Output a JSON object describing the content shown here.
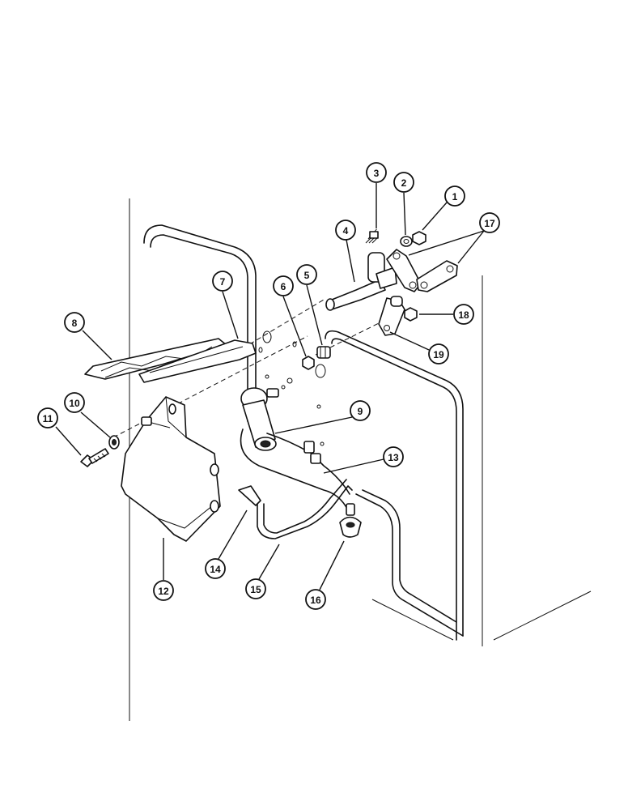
{
  "diagram": {
    "type": "exploded-parts-view",
    "callouts": [
      {
        "id": "1",
        "label": "1"
      },
      {
        "id": "2",
        "label": "2"
      },
      {
        "id": "3",
        "label": "3"
      },
      {
        "id": "4",
        "label": "4"
      },
      {
        "id": "5",
        "label": "5"
      },
      {
        "id": "6",
        "label": "6"
      },
      {
        "id": "7",
        "label": "7"
      },
      {
        "id": "8",
        "label": "8"
      },
      {
        "id": "9",
        "label": "9"
      },
      {
        "id": "10",
        "label": "10"
      },
      {
        "id": "11",
        "label": "11"
      },
      {
        "id": "12",
        "label": "12"
      },
      {
        "id": "13",
        "label": "13"
      },
      {
        "id": "14",
        "label": "14"
      },
      {
        "id": "15",
        "label": "15"
      },
      {
        "id": "16",
        "label": "16"
      },
      {
        "id": "17",
        "label": "17"
      },
      {
        "id": "18",
        "label": "18"
      },
      {
        "id": "19",
        "label": "19"
      }
    ]
  }
}
